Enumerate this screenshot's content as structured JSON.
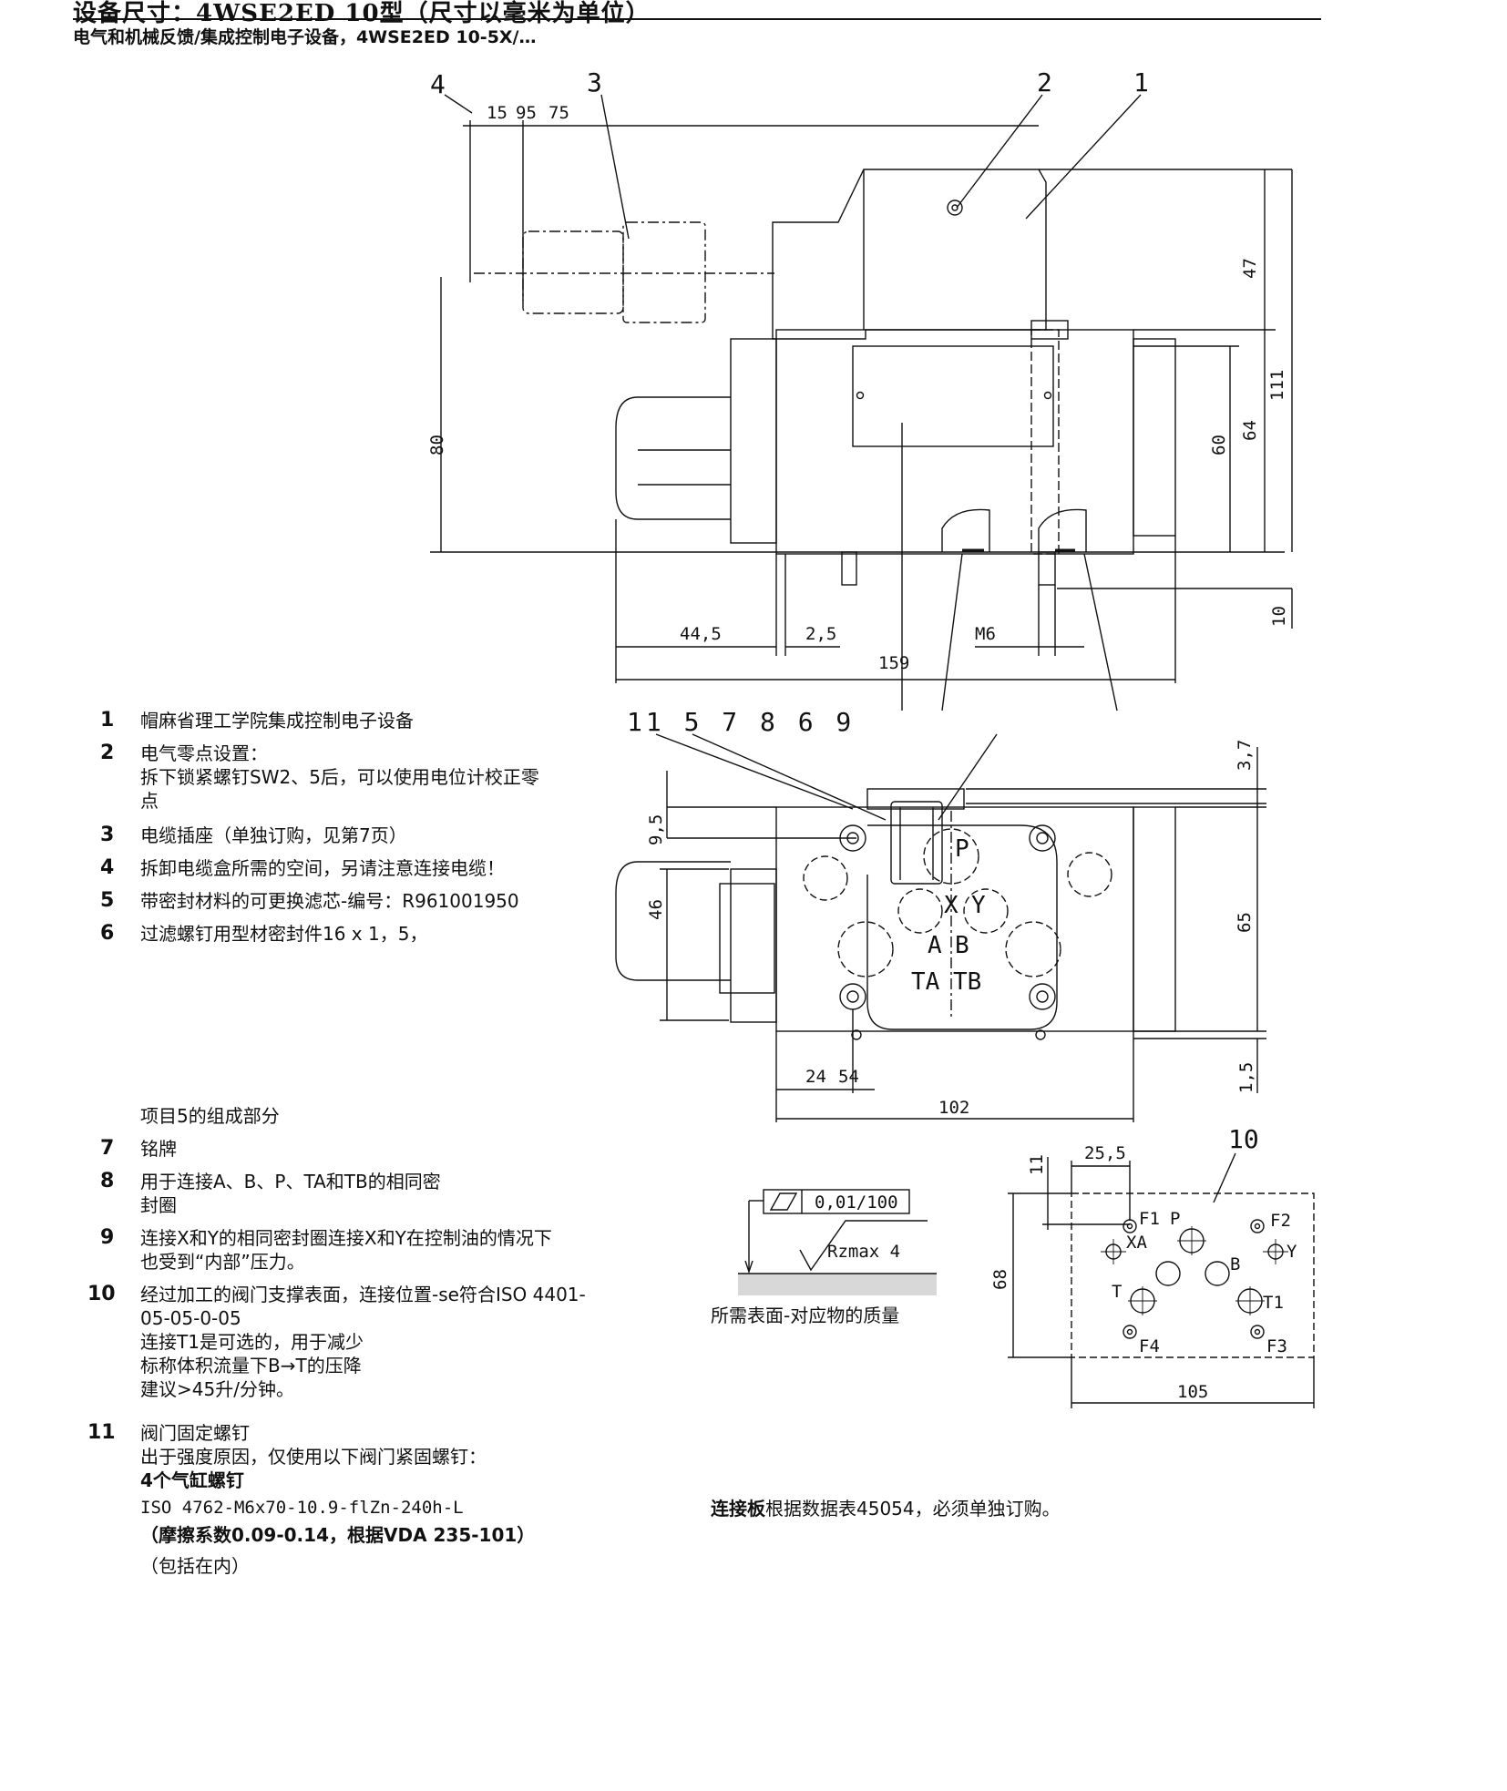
{
  "header": {
    "top_partial": "设备尺寸：4WSE2ED 10型（尺寸以毫米为单位）",
    "subtitle": "电气和机械反馈/集成控制电子设备，4WSE2ED 10-5X/…"
  },
  "side_view": {
    "callouts": [
      "4",
      "3",
      "2",
      "1"
    ],
    "dims": {
      "d15": "15",
      "d95": "95",
      "d75": "75",
      "d47": "47",
      "d111": "111",
      "d80": "80",
      "d60": "60",
      "d64": "64",
      "d10": "10",
      "d445": "44,5",
      "d25": "2,5",
      "dm6": "M6",
      "d159": "159"
    }
  },
  "top_view": {
    "callouts": "11 5 7 8 6 9",
    "dims": {
      "d37": "3,7",
      "d95b": "9,5",
      "d46": "46",
      "d65": "65",
      "d15b": "1,5",
      "d24": "24",
      "d54": "54",
      "d102": "102"
    },
    "ports": {
      "p": "P",
      "x": "X",
      "y": "Y",
      "a": "A",
      "b": "B",
      "ta": "TA",
      "tb": "TB"
    }
  },
  "surface": {
    "flatness": "0,01/100",
    "rz": "Rzmax 4",
    "caption": "所需表面-对应物的质量"
  },
  "plate": {
    "callout": "10",
    "dims": {
      "d11": "11",
      "d255": "25,5",
      "d68": "68",
      "d105": "105"
    },
    "labels": {
      "f1": "F1",
      "p": "P",
      "f2": "F2",
      "xa": "XA",
      "b": "B",
      "y": "Y",
      "t": "T",
      "t1": "T1",
      "f4": "F4",
      "f3": "F3"
    }
  },
  "legend": {
    "i1": {
      "num": "1",
      "text": "帽麻省理工学院集成控制电子设备"
    },
    "i2": {
      "num": "2",
      "text": "电气零点设置：\n拆下锁紧螺钉SW2、5后，可以使用电位计校正零\n点"
    },
    "i3": {
      "num": "3",
      "text": "电缆插座（单独订购，见第7页）"
    },
    "i4": {
      "num": "4",
      "text": "拆卸电缆盒所需的空间，另请注意连接电缆！"
    },
    "i5": {
      "num": "5",
      "text": "带密封材料的可更换滤芯-编号：R961001950"
    },
    "i6": {
      "num": "6",
      "text": "过滤螺钉用型材密封件16 x 1，5，"
    },
    "sub": "项目5的组成部分",
    "i7": {
      "num": "7",
      "text": "铭牌"
    },
    "i8": {
      "num": "8",
      "text": "用于连接A、B、P、TA和TB的相同密\n封圈"
    },
    "i9": {
      "num": "9",
      "text": "连接X和Y的相同密封圈连接X和Y在控制油的情况下\n也受到“内部”压力。"
    },
    "i10": {
      "num": "10",
      "text": "经过加工的阀门支撑表面，连接位置-se符合ISO 4401-\n05-05-0-05\n连接T1是可选的，用于减少\n标称体积流量下B→T的压降\n建议>45升/分钟。"
    },
    "i11": {
      "num": "11",
      "l1": "阀门固定螺钉",
      "l2": "出于强度原因，仅使用以下阀门紧固螺钉：",
      "l3": "4个气缸螺钉",
      "l4": "ISO 4762-M6x70-10.9-flZn-240h-L",
      "l5": "（摩擦系数0.09-0.14，根据VDA 235-101）",
      "l6": "（包括在内）"
    }
  },
  "plate_note": {
    "bold": "连接板",
    "rest": "根据数据表45054，必须单独订购。"
  }
}
